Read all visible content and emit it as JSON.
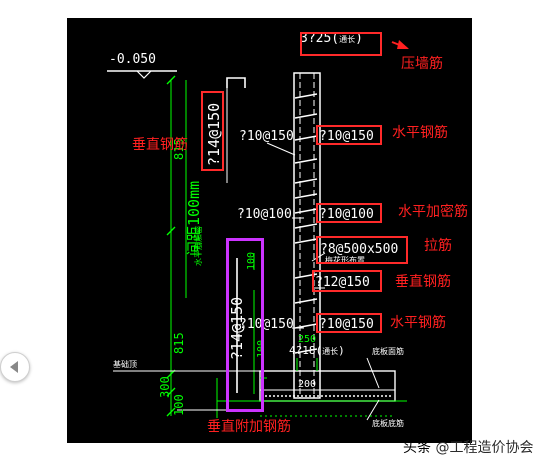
{
  "drawing": {
    "elevation": "-0.050",
    "top_bar": "3?25(",
    "top_bar_small": "通长",
    "bottom_bar": "4?18(",
    "bottom_bar_small": "通长",
    "vert_main": "?14@150",
    "horiz_1_left": "?10@150",
    "horiz_1_right": "?10@150",
    "horiz_dense_left": "?10@100",
    "horiz_dense_right": "?10@100",
    "tie_bar": "?8@500x500",
    "vert_right": "?12@150",
    "horiz_2_left": "?10@150",
    "horiz_2_right": "?10@150",
    "vert_add": "?14@150",
    "dim_815_top": "815",
    "dim_815_bottom": "815",
    "dim_300": "300",
    "dim_100_a": "100",
    "dim_100_b": "100",
    "dim_100_c": "100",
    "dim_250": "250",
    "dim_200": "200",
    "dim_100mm": "间距100mm",
    "vertical_note": "水平筋加密",
    "tie_note": "梅花形布置",
    "base_label": "基础顶",
    "slab_top": "底板面筋",
    "slab_bottom": "底板底筋"
  },
  "annotations": {
    "press_wall": "压墙筋",
    "vertical_left": "垂直钢筋",
    "horizontal_1": "水平钢筋",
    "horizontal_dense": "水平加密筋",
    "tie": "拉筋",
    "vertical_right": "垂直钢筋",
    "horizontal_2": "水平钢筋",
    "vertical_additional": "垂直附加钢筋"
  },
  "colors": {
    "annotation": "#ff2020",
    "box": "#ff2a2a",
    "additional_box": "#cc33ff",
    "cad_background": "#000000",
    "dimension": "#00ff00"
  },
  "ui": {
    "prev_icon": "chevron-left-icon",
    "side_glyph": "〉",
    "watermark_head": "头条",
    "watermark_account": "@工程造价协会"
  }
}
